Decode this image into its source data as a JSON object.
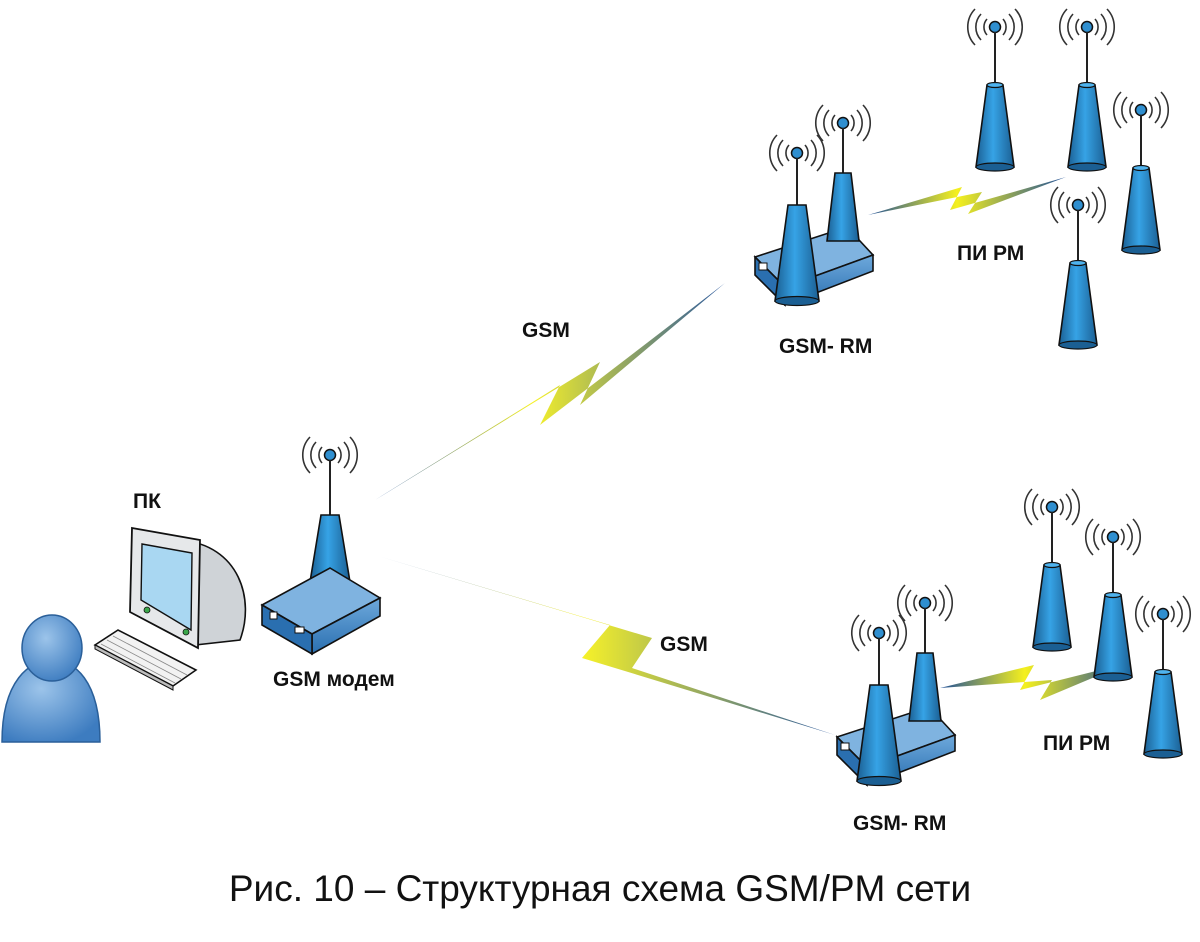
{
  "labels": {
    "pc": "ПК",
    "modem": "GSM модем",
    "link_upper": "GSM",
    "link_lower": "GSM",
    "router_upper": "GSM- RM",
    "router_lower": "GSM- RM",
    "pi_upper": "ПИ РМ",
    "pi_lower": "ПИ РМ"
  },
  "caption": "Рис. 10 – Структурная схема GSM/PM сети",
  "colors": {
    "device_blue": "#2f8fd0",
    "device_dark": "#1b5f93",
    "bolt_yellow": "#f5f01e",
    "bolt_blue": "#1f4f9a",
    "user_blue": "#5b95cf",
    "monitor_gray": "#d6d9dc"
  }
}
